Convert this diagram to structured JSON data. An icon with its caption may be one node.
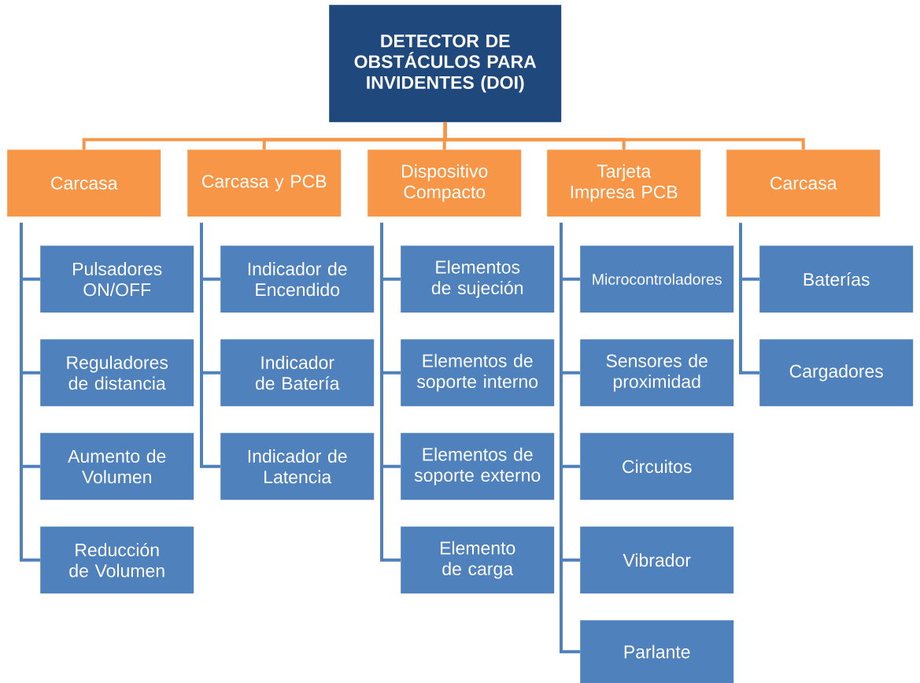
{
  "diagram": {
    "nodes": [
      {
        "text": [
          "DETECTOR DE OBSTÁCULOS PARA INVIDENTES (DOI)"
        ]
      },
      {
        "text": [
          "Carcasa"
        ]
      },
      {
        "text": [
          "Carcasa y PCB"
        ]
      },
      {
        "text": [
          "Dispositivo Compacto"
        ]
      },
      {
        "text": [
          "Tarjeta Impresa PCB"
        ]
      },
      {
        "text": [
          "Carcasa"
        ]
      },
      {
        "text": [
          "Pulsadores ON/OFF"
        ]
      },
      {
        "text": [
          "Reguladores de distancia"
        ]
      },
      {
        "text": [
          "Aumento de Volumen"
        ]
      },
      {
        "text": [
          "Reducción de Volumen"
        ]
      },
      {
        "text": [
          "Indicador de Encendido"
        ]
      },
      {
        "text": [
          "Indicador de Batería"
        ]
      },
      {
        "text": [
          "Indicador de Latencia"
        ]
      },
      {
        "text": [
          "Elementos de sujeción"
        ]
      },
      {
        "text": [
          "Elementos de soporte interno"
        ]
      },
      {
        "text": [
          "Elementos de soporte externo"
        ]
      },
      {
        "text": [
          "Elemento de carga"
        ]
      },
      {
        "text": [
          "Microcontroladores"
        ]
      },
      {
        "text": [
          "Sensores de proximidad"
        ]
      },
      {
        "text": [
          "Circuitos"
        ]
      },
      {
        "text": [
          "Vibrador"
        ]
      },
      {
        "text": [
          "Parlante"
        ]
      },
      {
        "text": [
          "Baterías"
        ]
      },
      {
        "text": [
          "Cargadores"
        ]
      }
    ],
    "edges": [
      {
        "from": 0,
        "to": 1,
        "arrow": "none",
        "color": "#f79646"
      },
      {
        "from": 0,
        "to": 2,
        "arrow": "none",
        "color": "#f79646"
      },
      {
        "from": 0,
        "to": 3,
        "arrow": "none",
        "color": "#f79646"
      },
      {
        "from": 0,
        "to": 4,
        "arrow": "none",
        "color": "#f79646"
      },
      {
        "from": 0,
        "to": 5,
        "arrow": "none",
        "color": "#f79646"
      },
      {
        "from": 1,
        "to": 6,
        "arrow": "none"
      },
      {
        "from": 1,
        "to": 7,
        "arrow": "none"
      },
      {
        "from": 1,
        "to": 8,
        "arrow": "none"
      },
      {
        "from": 1,
        "to": 9,
        "arrow": "none"
      },
      {
        "from": 2,
        "to": 10,
        "arrow": "none"
      },
      {
        "from": 2,
        "to": 11,
        "arrow": "none"
      },
      {
        "from": 2,
        "to": 12,
        "arrow": "none"
      },
      {
        "from": 3,
        "to": 13,
        "arrow": "none"
      },
      {
        "from": 3,
        "to": 14,
        "arrow": "none"
      },
      {
        "from": 3,
        "to": 15,
        "arrow": "none"
      },
      {
        "from": 3,
        "to": 16,
        "arrow": "none"
      },
      {
        "from": 4,
        "to": 17,
        "arrow": "none"
      },
      {
        "from": 4,
        "to": 18,
        "arrow": "none"
      },
      {
        "from": 4,
        "to": 19,
        "arrow": "none"
      },
      {
        "from": 4,
        "to": 20,
        "arrow": "none"
      },
      {
        "from": 4,
        "to": 21,
        "arrow": "none"
      },
      {
        "from": 5,
        "to": 22,
        "arrow": "none"
      },
      {
        "from": 5,
        "to": 23,
        "arrow": "none"
      }
    ]
  }
}
